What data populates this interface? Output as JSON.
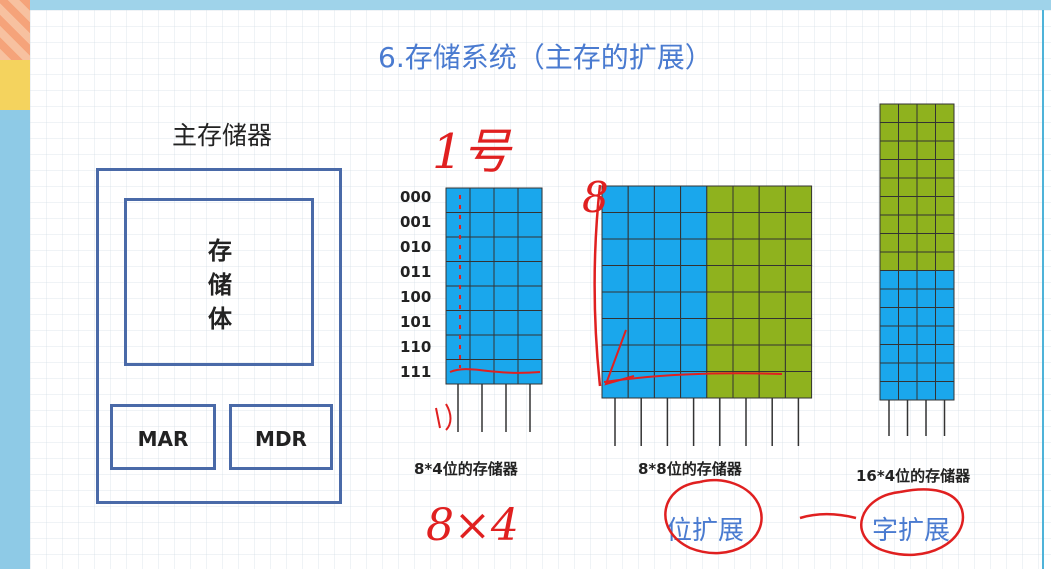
{
  "slide": {
    "title": "6.存储系统（主存的扩展）"
  },
  "main_memory": {
    "title": "主存储器",
    "storage_body": [
      "存",
      "储",
      "体"
    ],
    "mar_label": "MAR",
    "mdr_label": "MDR"
  },
  "diagram": {
    "addresses": [
      "000",
      "001",
      "010",
      "011",
      "100",
      "101",
      "110",
      "111"
    ],
    "captions": [
      "8*4位的存储器",
      "8*8位的存储器",
      "16*4位的存储器"
    ],
    "colors": {
      "blue": "#1aa7ec",
      "green": "#8fb21e",
      "grid": "#333333",
      "frame": "#4a6aa8"
    }
  },
  "annotations": {
    "handwriting": [
      "1号",
      "8",
      "8×4"
    ],
    "expansions": [
      "位扩展",
      "字扩展"
    ]
  }
}
